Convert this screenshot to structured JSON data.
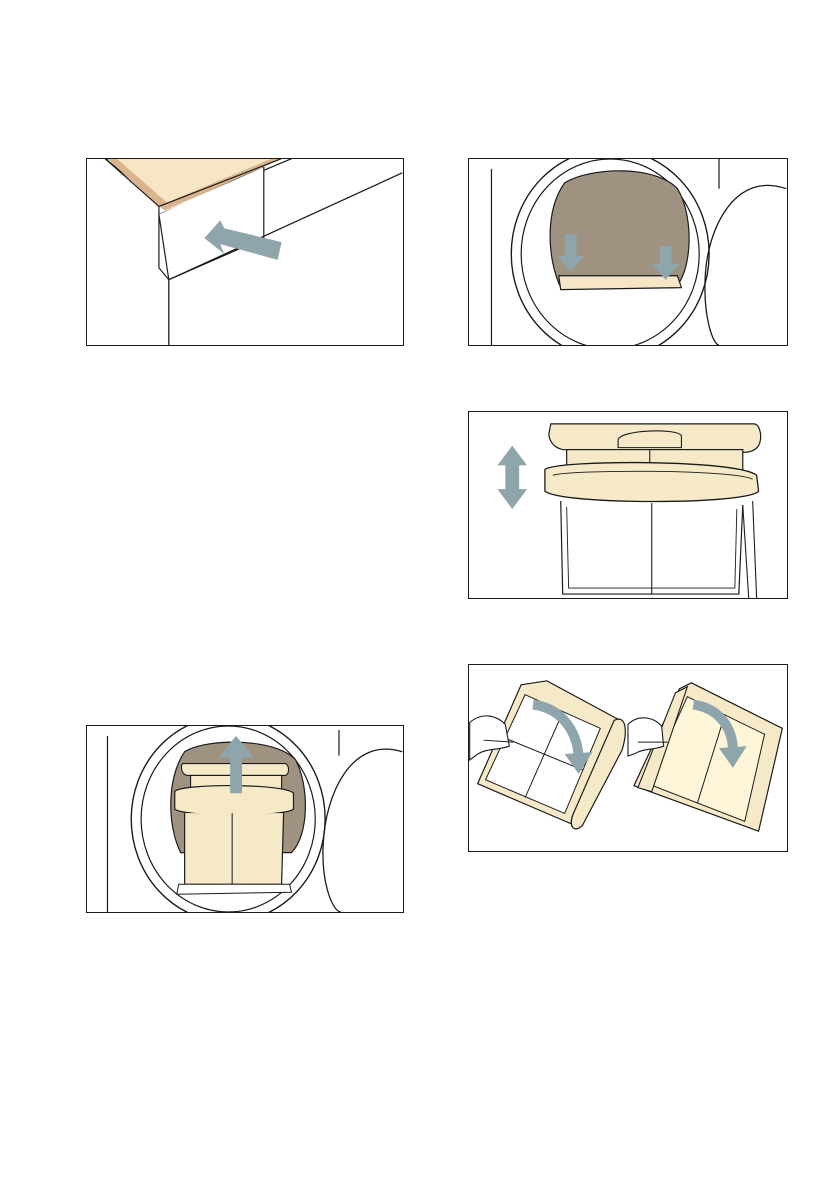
{
  "colors": {
    "arrow": "#8fa5ac",
    "filter_cream": "#f5e9c8",
    "drum_brown": "#a09281",
    "door_top_peach": "#f6e6c6",
    "door_edge_tan": "#d9b48c",
    "line": "#1a1a1a",
    "page_background": "#ffffff"
  },
  "figures": [
    {
      "depicts": "open-door-edge",
      "arrow": "push-up-left"
    },
    {
      "depicts": "drum-with-fluff-filter-slot",
      "arrow": "insert-down"
    },
    {
      "depicts": "fluff-filter-open-close",
      "arrow": "up-down"
    },
    {
      "depicts": "fluff-filter-opened-by-hands",
      "arrow": "fold-open"
    },
    {
      "depicts": "fluff-filter-removed-from-drum",
      "arrow": "pull-up"
    }
  ]
}
